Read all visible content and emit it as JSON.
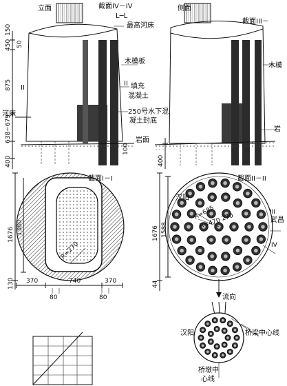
{
  "elevation_left": {
    "title": "立面",
    "section_mark": "截面IV－IV",
    "cut_mark": "L─L",
    "riverbed_top": "最高河床",
    "wood_form": "木模板",
    "fill": "填充",
    "fill2": "混凝土",
    "uw_concrete": "250号水下混",
    "uw_concrete2": "凝土封底",
    "riverbed": "河床",
    "rock_surface": "岩面",
    "roman_two": "II",
    "roman_two_b": "II",
    "dims": [
      "450",
      "150",
      "50",
      "875",
      "638~679",
      "400",
      "100"
    ]
  },
  "elevation_right": {
    "title": "侧面",
    "section_mark": "截面III－",
    "wood_form": "木模",
    "rock": "岩",
    "dims": [
      "400"
    ]
  },
  "section_1": {
    "title": "截面I－I",
    "radius_label": "R=270",
    "dims_left": [
      "1676",
      "1380",
      "130"
    ],
    "dims_bottom": [
      "370",
      "740",
      "370",
      "80",
      "80"
    ]
  },
  "section_2": {
    "title": "截面II－II",
    "left_label": "汉阳",
    "right_label": "武昌",
    "mark_iii": "III",
    "mark_iv": "IV",
    "flow": "流向",
    "r1": "R=685",
    "r2": "R=470",
    "r3": "270",
    "dims_left": [
      "1676",
      "1588",
      "44"
    ]
  },
  "detail": {
    "left_label": "汉阳",
    "right_label": "桥梁中心线",
    "bottom_label": "桥墩中",
    "bottom_label2": "心线"
  }
}
